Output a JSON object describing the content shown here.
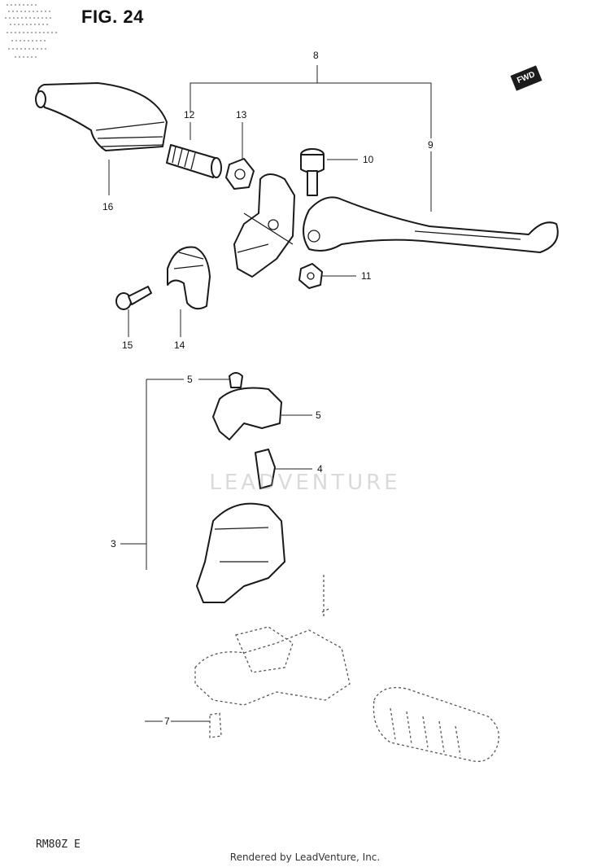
{
  "figure": {
    "title": "FIG. 24",
    "fwd_badge": "FWD",
    "model_code": "RM80Z E",
    "watermark": "LEADVENTURE",
    "footer": "Rendered by LeadVenture, Inc."
  },
  "callouts": [
    {
      "id": "c8",
      "label": "8"
    },
    {
      "id": "c9",
      "label": "9"
    },
    {
      "id": "c10",
      "label": "10"
    },
    {
      "id": "c11",
      "label": "11"
    },
    {
      "id": "c12",
      "label": "12"
    },
    {
      "id": "c13",
      "label": "13"
    },
    {
      "id": "c14",
      "label": "14"
    },
    {
      "id": "c15",
      "label": "15"
    },
    {
      "id": "c16",
      "label": "16"
    },
    {
      "id": "c5a",
      "label": "5"
    },
    {
      "id": "c5b",
      "label": "5"
    },
    {
      "id": "c4",
      "label": "4"
    },
    {
      "id": "c3",
      "label": "3"
    },
    {
      "id": "c7",
      "label": "7"
    }
  ]
}
